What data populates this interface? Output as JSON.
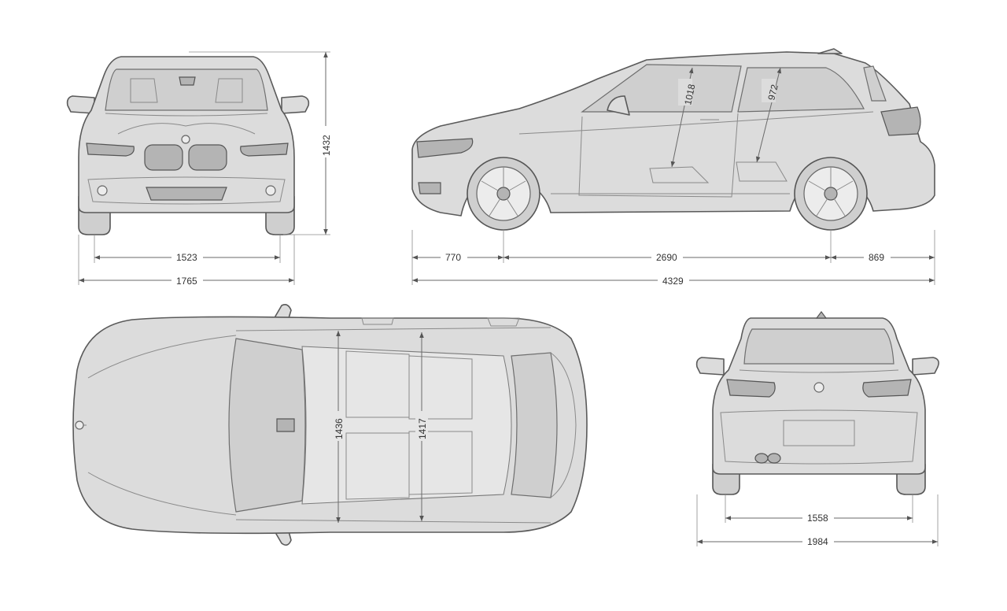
{
  "dimensions": {
    "front_height": "1432",
    "front_track": "1523",
    "front_width": "1765",
    "side_front_overhang": "770",
    "side_wheelbase": "2690",
    "side_rear_overhang": "869",
    "side_length": "4329",
    "side_headroom_front": "1018",
    "side_headroom_rear": "972",
    "top_shoulder_front": "1436",
    "top_shoulder_rear": "1417",
    "rear_track": "1558",
    "rear_width_mirrors": "1984"
  },
  "colors": {
    "body": "#dcdcdc",
    "outline": "#5a5a5a",
    "dimension_line": "#6a6a6a",
    "background": "#ffffff"
  }
}
